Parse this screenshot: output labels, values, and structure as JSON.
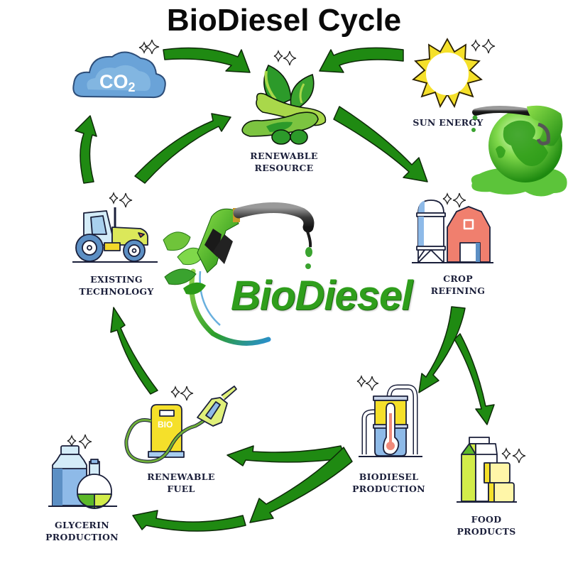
{
  "title": "BioDiesel Cycle",
  "logo": {
    "text": "BioDiesel"
  },
  "nodes": [
    {
      "id": "co2",
      "label_lines": [],
      "icon": "co2-cloud-icon",
      "icon_text": "CO2"
    },
    {
      "id": "renewable-resource",
      "label_lines": [
        "RENEWABLE",
        "RESOURCE"
      ],
      "icon": "soybean-plant-icon"
    },
    {
      "id": "sun-energy",
      "label_lines": [
        "SUN ENERGY"
      ],
      "icon": "sun-icon"
    },
    {
      "id": "crop-refining",
      "label_lines": [
        "CROP",
        "REFINING"
      ],
      "icon": "silo-barn-icon"
    },
    {
      "id": "food-products",
      "label_lines": [
        "FOOD",
        "PRODUCTS"
      ],
      "icon": "milk-carton-butter-icon"
    },
    {
      "id": "biodiesel-production",
      "label_lines": [
        "BIODIESEL",
        "PRODUCTION"
      ],
      "icon": "reactor-thermometer-icon"
    },
    {
      "id": "renewable-fuel",
      "label_lines": [
        "RENEWABLE",
        "FUEL"
      ],
      "icon": "bio-fuel-pump-icon",
      "icon_text": "BIO"
    },
    {
      "id": "glycerin-production",
      "label_lines": [
        "GLYCERIN",
        "PRODUCTION"
      ],
      "icon": "bottle-flask-icon"
    },
    {
      "id": "existing-technology",
      "label_lines": [
        "EXISTING",
        "TECHNOLOGY"
      ],
      "icon": "tractor-icon"
    }
  ],
  "flows": [
    {
      "from": "co2",
      "to": "renewable-resource"
    },
    {
      "from": "sun-energy",
      "to": "renewable-resource"
    },
    {
      "from": "renewable-resource",
      "to": "crop-refining"
    },
    {
      "from": "crop-refining",
      "to": "biodiesel-production"
    },
    {
      "from": "crop-refining",
      "to": "food-products"
    },
    {
      "from": "biodiesel-production",
      "to": "renewable-fuel"
    },
    {
      "from": "biodiesel-production",
      "to": "glycerin-production"
    },
    {
      "from": "renewable-fuel",
      "to": "existing-technology"
    },
    {
      "from": "existing-technology",
      "to": "co2"
    },
    {
      "from": "existing-technology",
      "to": "renewable-resource"
    }
  ],
  "colors": {
    "arrow": "#1f8a12",
    "arrow_outline": "#0d2a08",
    "label": "#1b1f3a",
    "logo_green": "#2f9e1c"
  }
}
